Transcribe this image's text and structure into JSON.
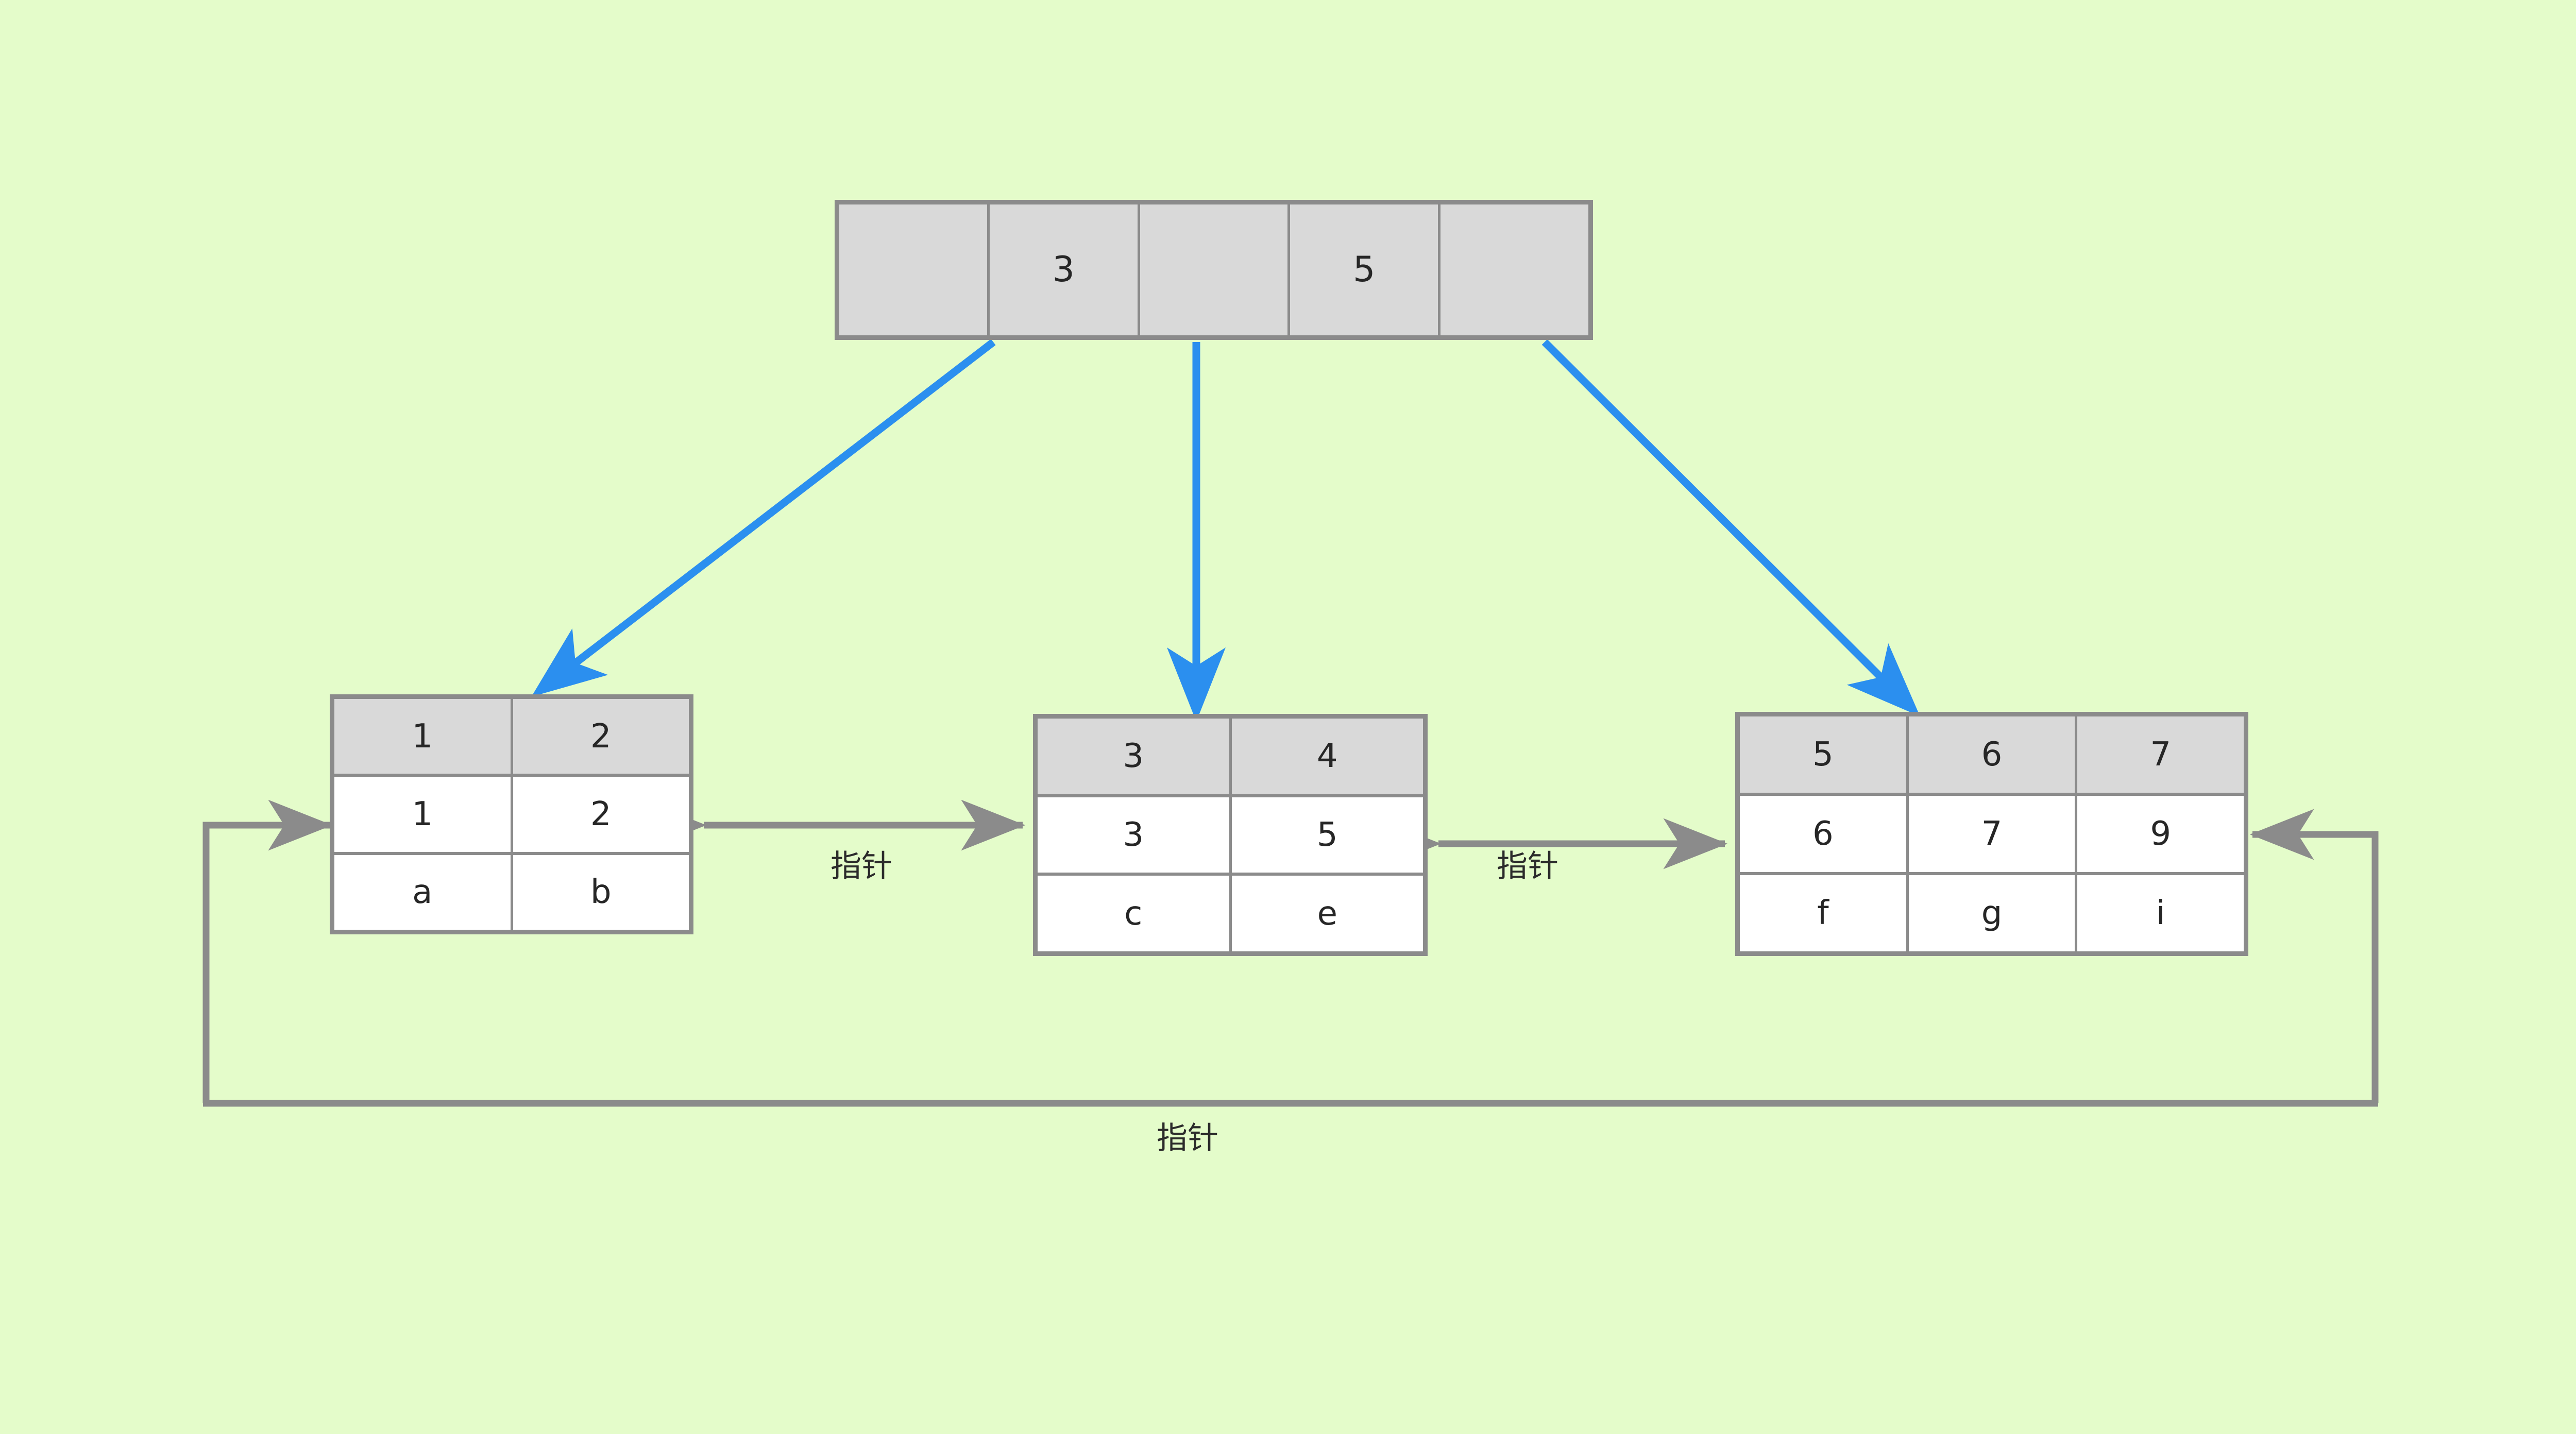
{
  "diagram": {
    "title": "B+ Tree leaf node pointer diagram",
    "background_color": "#e4fcca",
    "node_border_color": "#8b8b8b",
    "node_header_fill": "#d9d9d9",
    "node_body_fill": "#ffffff",
    "child_arrow_color": "#2b8fef",
    "pointer_arrow_color": "#8b8b8b",
    "text_color": "#262626"
  },
  "root": {
    "name": "root-index-node",
    "cells": [
      "",
      "3",
      "",
      "5",
      ""
    ]
  },
  "leaves": [
    {
      "name": "leaf-left",
      "columns": 2,
      "rows": [
        {
          "type": "header",
          "cells": [
            "1",
            "2"
          ]
        },
        {
          "type": "key",
          "cells": [
            "1",
            "2"
          ]
        },
        {
          "type": "value",
          "cells": [
            "a",
            "b"
          ]
        }
      ]
    },
    {
      "name": "leaf-mid",
      "columns": 2,
      "rows": [
        {
          "type": "header",
          "cells": [
            "3",
            "4"
          ]
        },
        {
          "type": "key",
          "cells": [
            "3",
            "5"
          ]
        },
        {
          "type": "value",
          "cells": [
            "c",
            "e"
          ]
        }
      ]
    },
    {
      "name": "leaf-right",
      "columns": 3,
      "rows": [
        {
          "type": "header",
          "cells": [
            "5",
            "6",
            "7"
          ]
        },
        {
          "type": "key",
          "cells": [
            "6",
            "7",
            "9"
          ]
        },
        {
          "type": "value",
          "cells": [
            "f",
            "g",
            "i"
          ]
        }
      ]
    }
  ],
  "pointers": [
    {
      "name": "pointer-left-mid",
      "label": "指针"
    },
    {
      "name": "pointer-mid-right",
      "label": "指针"
    },
    {
      "name": "pointer-wrap-around",
      "label": "指针"
    }
  ]
}
